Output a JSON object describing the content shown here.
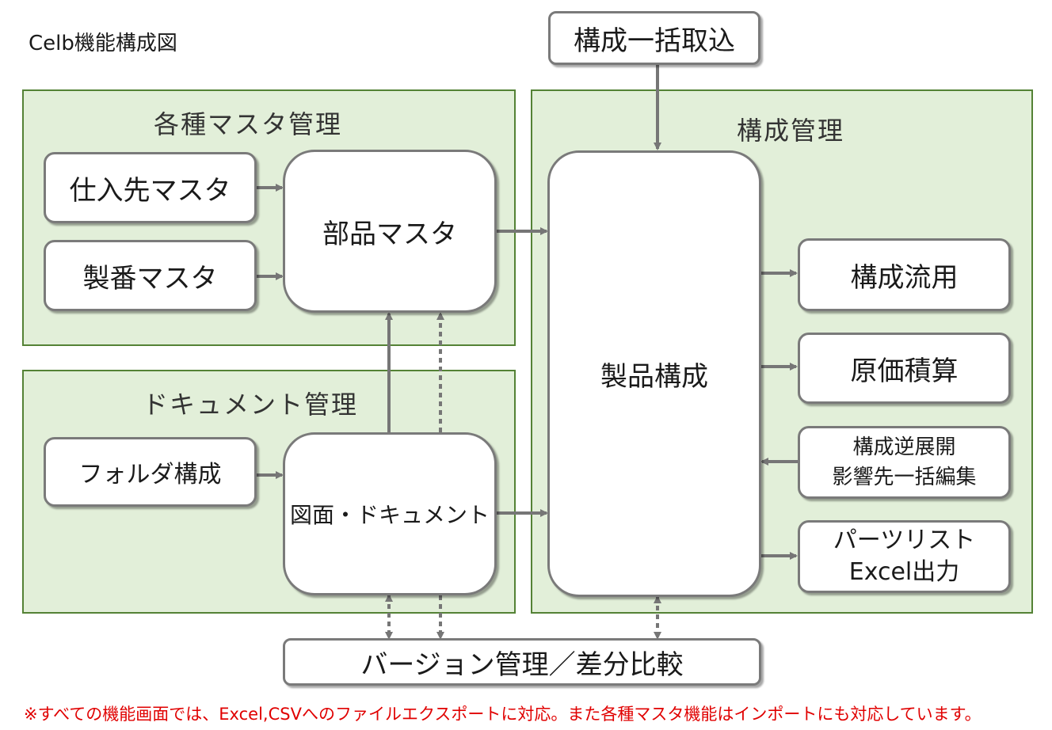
{
  "title": "Celb機能構成図",
  "groups": {
    "master": {
      "title": "各種マスタ管理"
    },
    "document": {
      "title": "ドキュメント管理"
    },
    "structure": {
      "title": "構成管理"
    }
  },
  "boxes": {
    "bulk_import": "構成一括取込",
    "supplier_master": "仕入先マスタ",
    "serial_master": "製番マスタ",
    "parts_master": "部品マスタ",
    "folder_structure": "フォルダ構成",
    "drawing_document": "図面・ドキュメント",
    "product_structure": "製品構成",
    "structure_reuse": "構成流用",
    "cost_estimate": "原価積算",
    "reverse_expand": {
      "line1": "構成逆展開",
      "line2": "影響先一括編集"
    },
    "parts_list": {
      "line1": "パーツリスト",
      "line2": "Excel出力"
    },
    "version_control": "バージョン管理／差分比較"
  },
  "footnote": "※すべての機能画面では、Excel,CSVへのファイルエクスポートに対応。また各種マスタ機能はインポートにも対応しています。",
  "colors": {
    "group_fill": "#e2efd9",
    "group_border": "#548235",
    "box_border": "#7a7a7a",
    "arrow": "#767676",
    "footnote": "#e00000"
  }
}
